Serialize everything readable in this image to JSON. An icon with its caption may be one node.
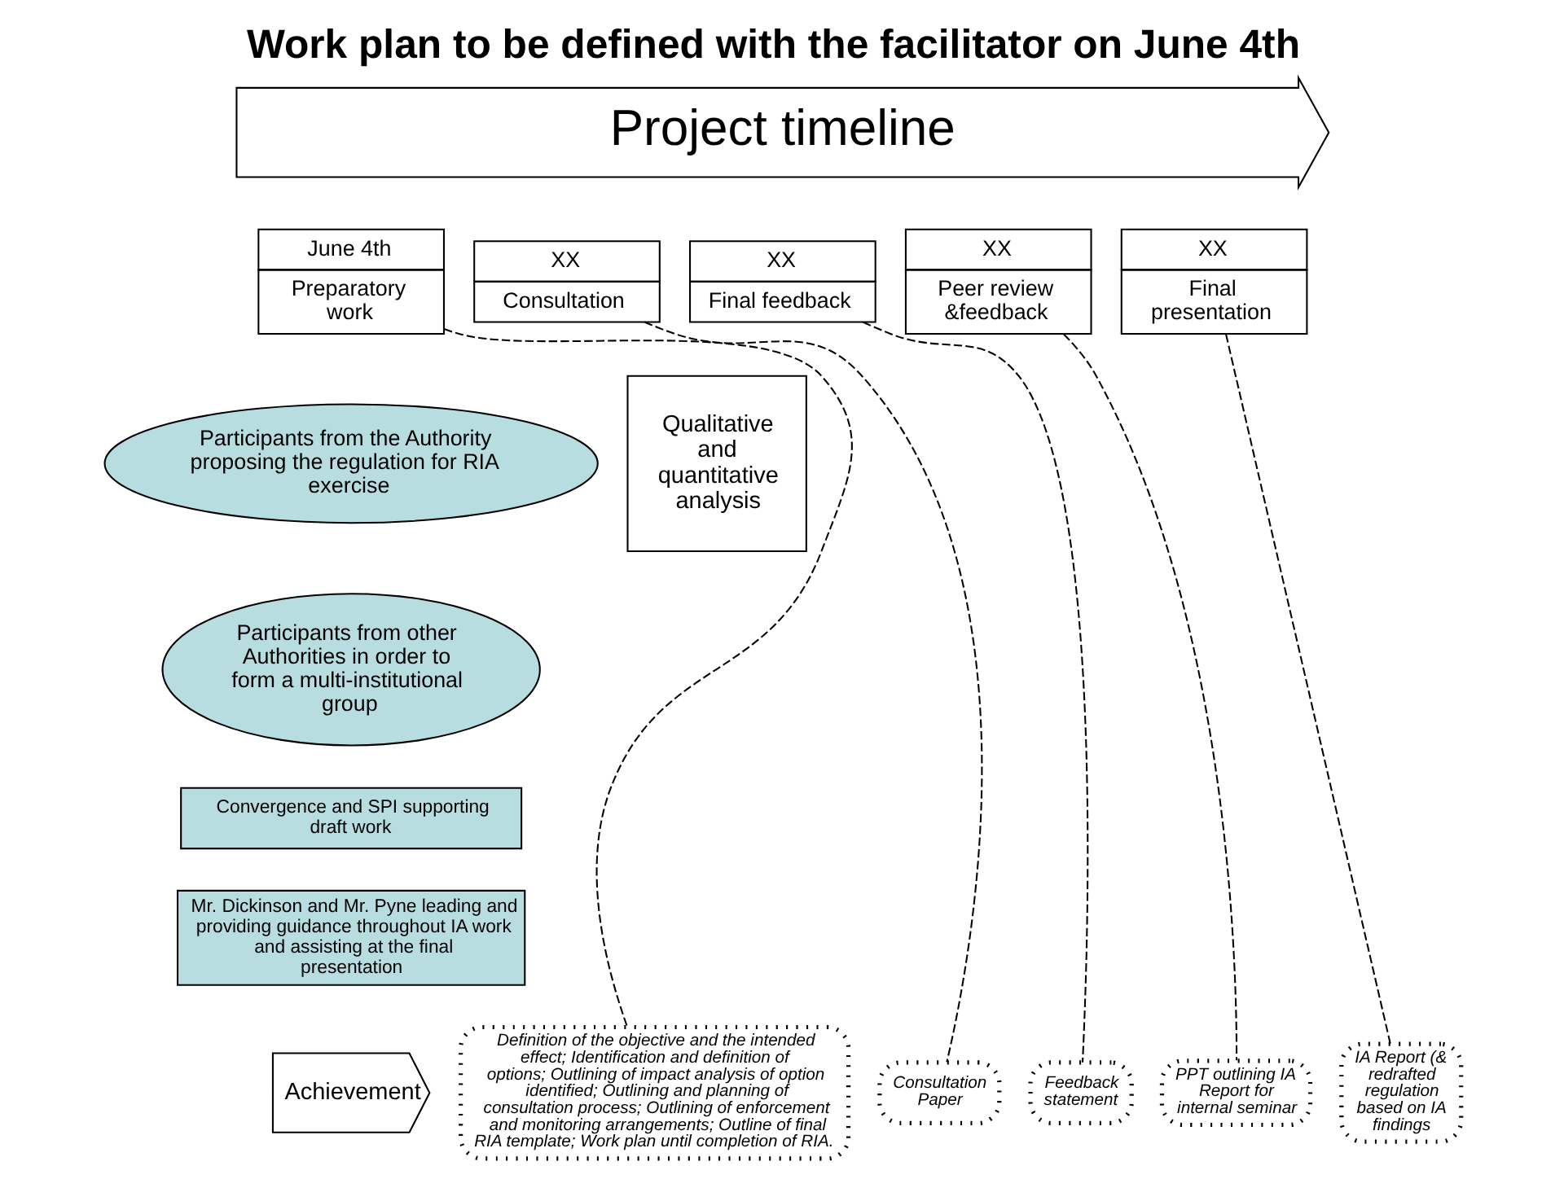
{
  "diagram": {
    "title": "Work plan to be defined with the facilitator on June 4th",
    "nodes": [
      {
        "text": [
          "Project timeline"
        ]
      },
      {
        "text": [
          "June 4th",
          "Preparatory work"
        ]
      },
      {
        "text": [
          "XX",
          "Consultation"
        ]
      },
      {
        "text": [
          "XX",
          "Final feedback"
        ]
      },
      {
        "text": [
          "XX",
          "Peer review &feedback"
        ]
      },
      {
        "text": [
          "XX",
          "Final presentation"
        ]
      },
      {
        "text": [
          "Participants from the Authority proposing the regulation for RIA exercise"
        ]
      },
      {
        "text": [
          "Participants from other Authorities in order to form a multi-institutional group"
        ]
      },
      {
        "text": [
          "Convergence and SPI supporting draft work"
        ]
      },
      {
        "text": [
          "Mr. Dickinson and Mr. Pyne leading and providing guidance throughout IA work and assisting at the final presentation"
        ]
      },
      {
        "text": [
          "Qualitative and quantitative analysis"
        ]
      },
      {
        "text": [
          "Achievement"
        ]
      },
      {
        "text": [
          "Definition of the objective and the intended effect; Identification and definition of options; Outlining of impact analysis of option identified; Outlining and planning of consultation process; Outlining of enforcement and monitoring arrangements; Outline of final RIA template; Work plan until completion of RIA."
        ]
      },
      {
        "text": [
          "Consultation Paper"
        ]
      },
      {
        "text": [
          "Feedback statement"
        ]
      },
      {
        "text": [
          "PPT outlining IA Report for internal seminar"
        ]
      },
      {
        "text": [
          "IA Report (& redrafted regulation based on IA findings"
        ]
      }
    ],
    "edges": [
      {
        "from": 1,
        "to": 12,
        "arrow": "none",
        "style": "dashed"
      },
      {
        "from": 2,
        "to": 13,
        "arrow": "none",
        "style": "dashed"
      },
      {
        "from": 3,
        "to": 14,
        "arrow": "none",
        "style": "dashed"
      },
      {
        "from": 4,
        "to": 15,
        "arrow": "none",
        "style": "dashed"
      },
      {
        "from": 5,
        "to": 16,
        "arrow": "none",
        "style": "dashed"
      }
    ]
  }
}
